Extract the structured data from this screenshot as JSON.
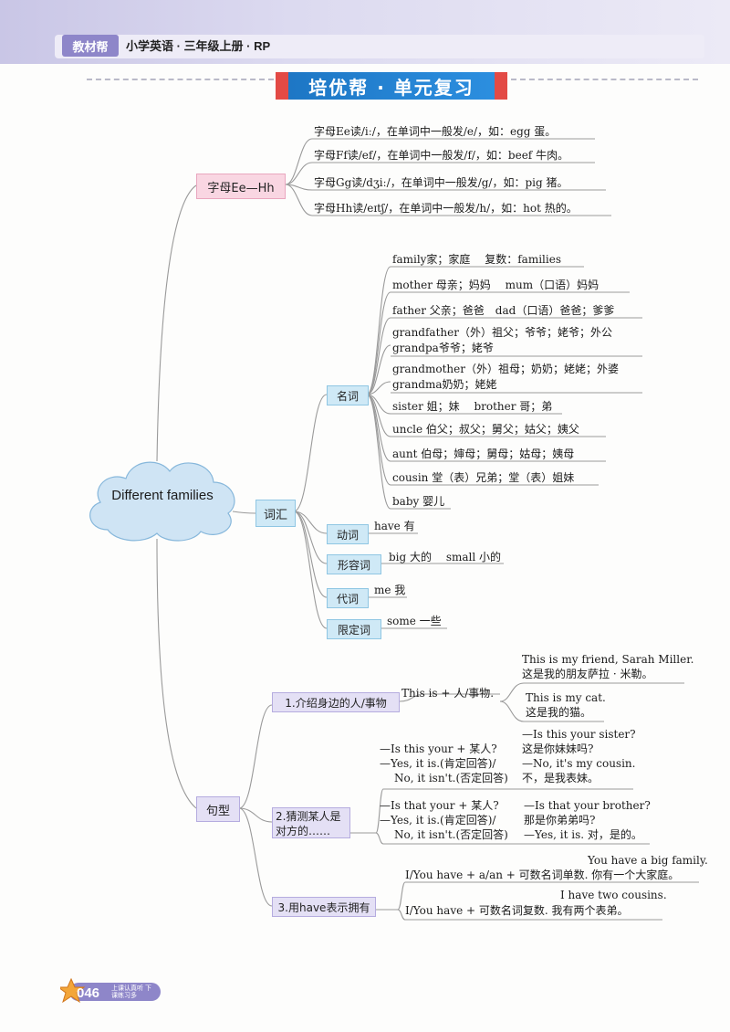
{
  "header": {
    "brand": "教材帮",
    "book_title": "小学英语 · 三年级上册 · RP",
    "section_title": "培优帮 · 单元复习"
  },
  "map": {
    "center": "Different families",
    "letters": {
      "label": "字母Ee—Hh",
      "items": [
        "字母Ee读/iː/，在单词中一般发/e/，如：egg 蛋。",
        "字母Ff读/ef/，在单词中一般发/f/，如：beef 牛肉。",
        "字母Gg读/dʒiː/，在单词中一般发/g/，如：pig 猪。",
        "字母Hh读/eɪtʃ/，在单词中一般发/h/，如：hot 热的。"
      ]
    },
    "vocab": {
      "label": "词汇",
      "nouns": {
        "label": "名词",
        "items": [
          "family家；家庭　 复数：families",
          "mother 母亲；妈妈　 mum（口语）妈妈",
          "father 父亲；爸爸　dad（口语）爸爸；爹爹",
          "grandfather（外）祖父；爷爷；姥爷；外公",
          "grandpa爷爷；姥爷",
          "grandmother（外）祖母；奶奶；姥姥；外婆",
          "grandma奶奶；姥姥",
          "sister 姐；妹　 brother 哥；弟",
          "uncle 伯父；叔父；舅父；姑父；姨父",
          "aunt 伯母；婶母；舅母；姑母；姨母",
          "cousin 堂（表）兄弟；堂（表）姐妹",
          "baby 婴儿"
        ]
      },
      "verbs": {
        "label": "动词",
        "items": [
          "have 有"
        ]
      },
      "adjectives": {
        "label": "形容词",
        "items": [
          "big 大的　 small 小的"
        ]
      },
      "pronouns": {
        "label": "代词",
        "items": [
          "me 我"
        ]
      },
      "determiners": {
        "label": "限定词",
        "items": [
          "some 一些"
        ]
      }
    },
    "sentences": {
      "label": "句型",
      "p1": {
        "label": "1.介绍身边的人/事物",
        "formula": "This is + 人/事物.",
        "ex1_en": "This is my friend, Sarah Miller.",
        "ex1_zh": "这是我的朋友萨拉 · 米勒。",
        "ex2_en": "This is my cat.",
        "ex2_zh": "这是我的猫。"
      },
      "p2": {
        "label": "2.猜测某人是对方的……",
        "q1": "—Is this your + 某人?",
        "a1_yes": "—Yes, it is.(肯定回答)/",
        "a1_no": "No, it isn't.(否定回答)",
        "ex1_q": "—Is this your sister?",
        "ex1_q_zh": "这是你妹妹吗?",
        "ex1_a": "—No, it's my cousin.",
        "ex1_a_zh": "不，是我表妹。",
        "q2": "—Is that your + 某人?",
        "a2_yes": "—Yes, it is.(肯定回答)/",
        "a2_no": "No, it isn't.(否定回答)",
        "ex2_q": "—Is that your brother?",
        "ex2_q_zh": "那是你弟弟吗?",
        "ex2_a": "—Yes, it is. 对，是的。"
      },
      "p3": {
        "label": "3.用have表示拥有",
        "ex1_en": "You have a big family.",
        "formula1": "I/You have + a/an + 可数名词单数. 你有一个大家庭。",
        "ex2_en": "I have two cousins.",
        "formula2": "I/You have + 可数名词复数. 我有两个表弟。"
      }
    }
  },
  "footer": {
    "page": "046",
    "tagline": "上课认真听 下课练习多"
  },
  "colors": {
    "banner_blue": "#1d76c4",
    "letters_pink": "#f9d6e2",
    "vocab_blue": "#cfe9f6",
    "sentence_lilac": "#e4e0f5",
    "brand_purple": "#8e86c9"
  }
}
